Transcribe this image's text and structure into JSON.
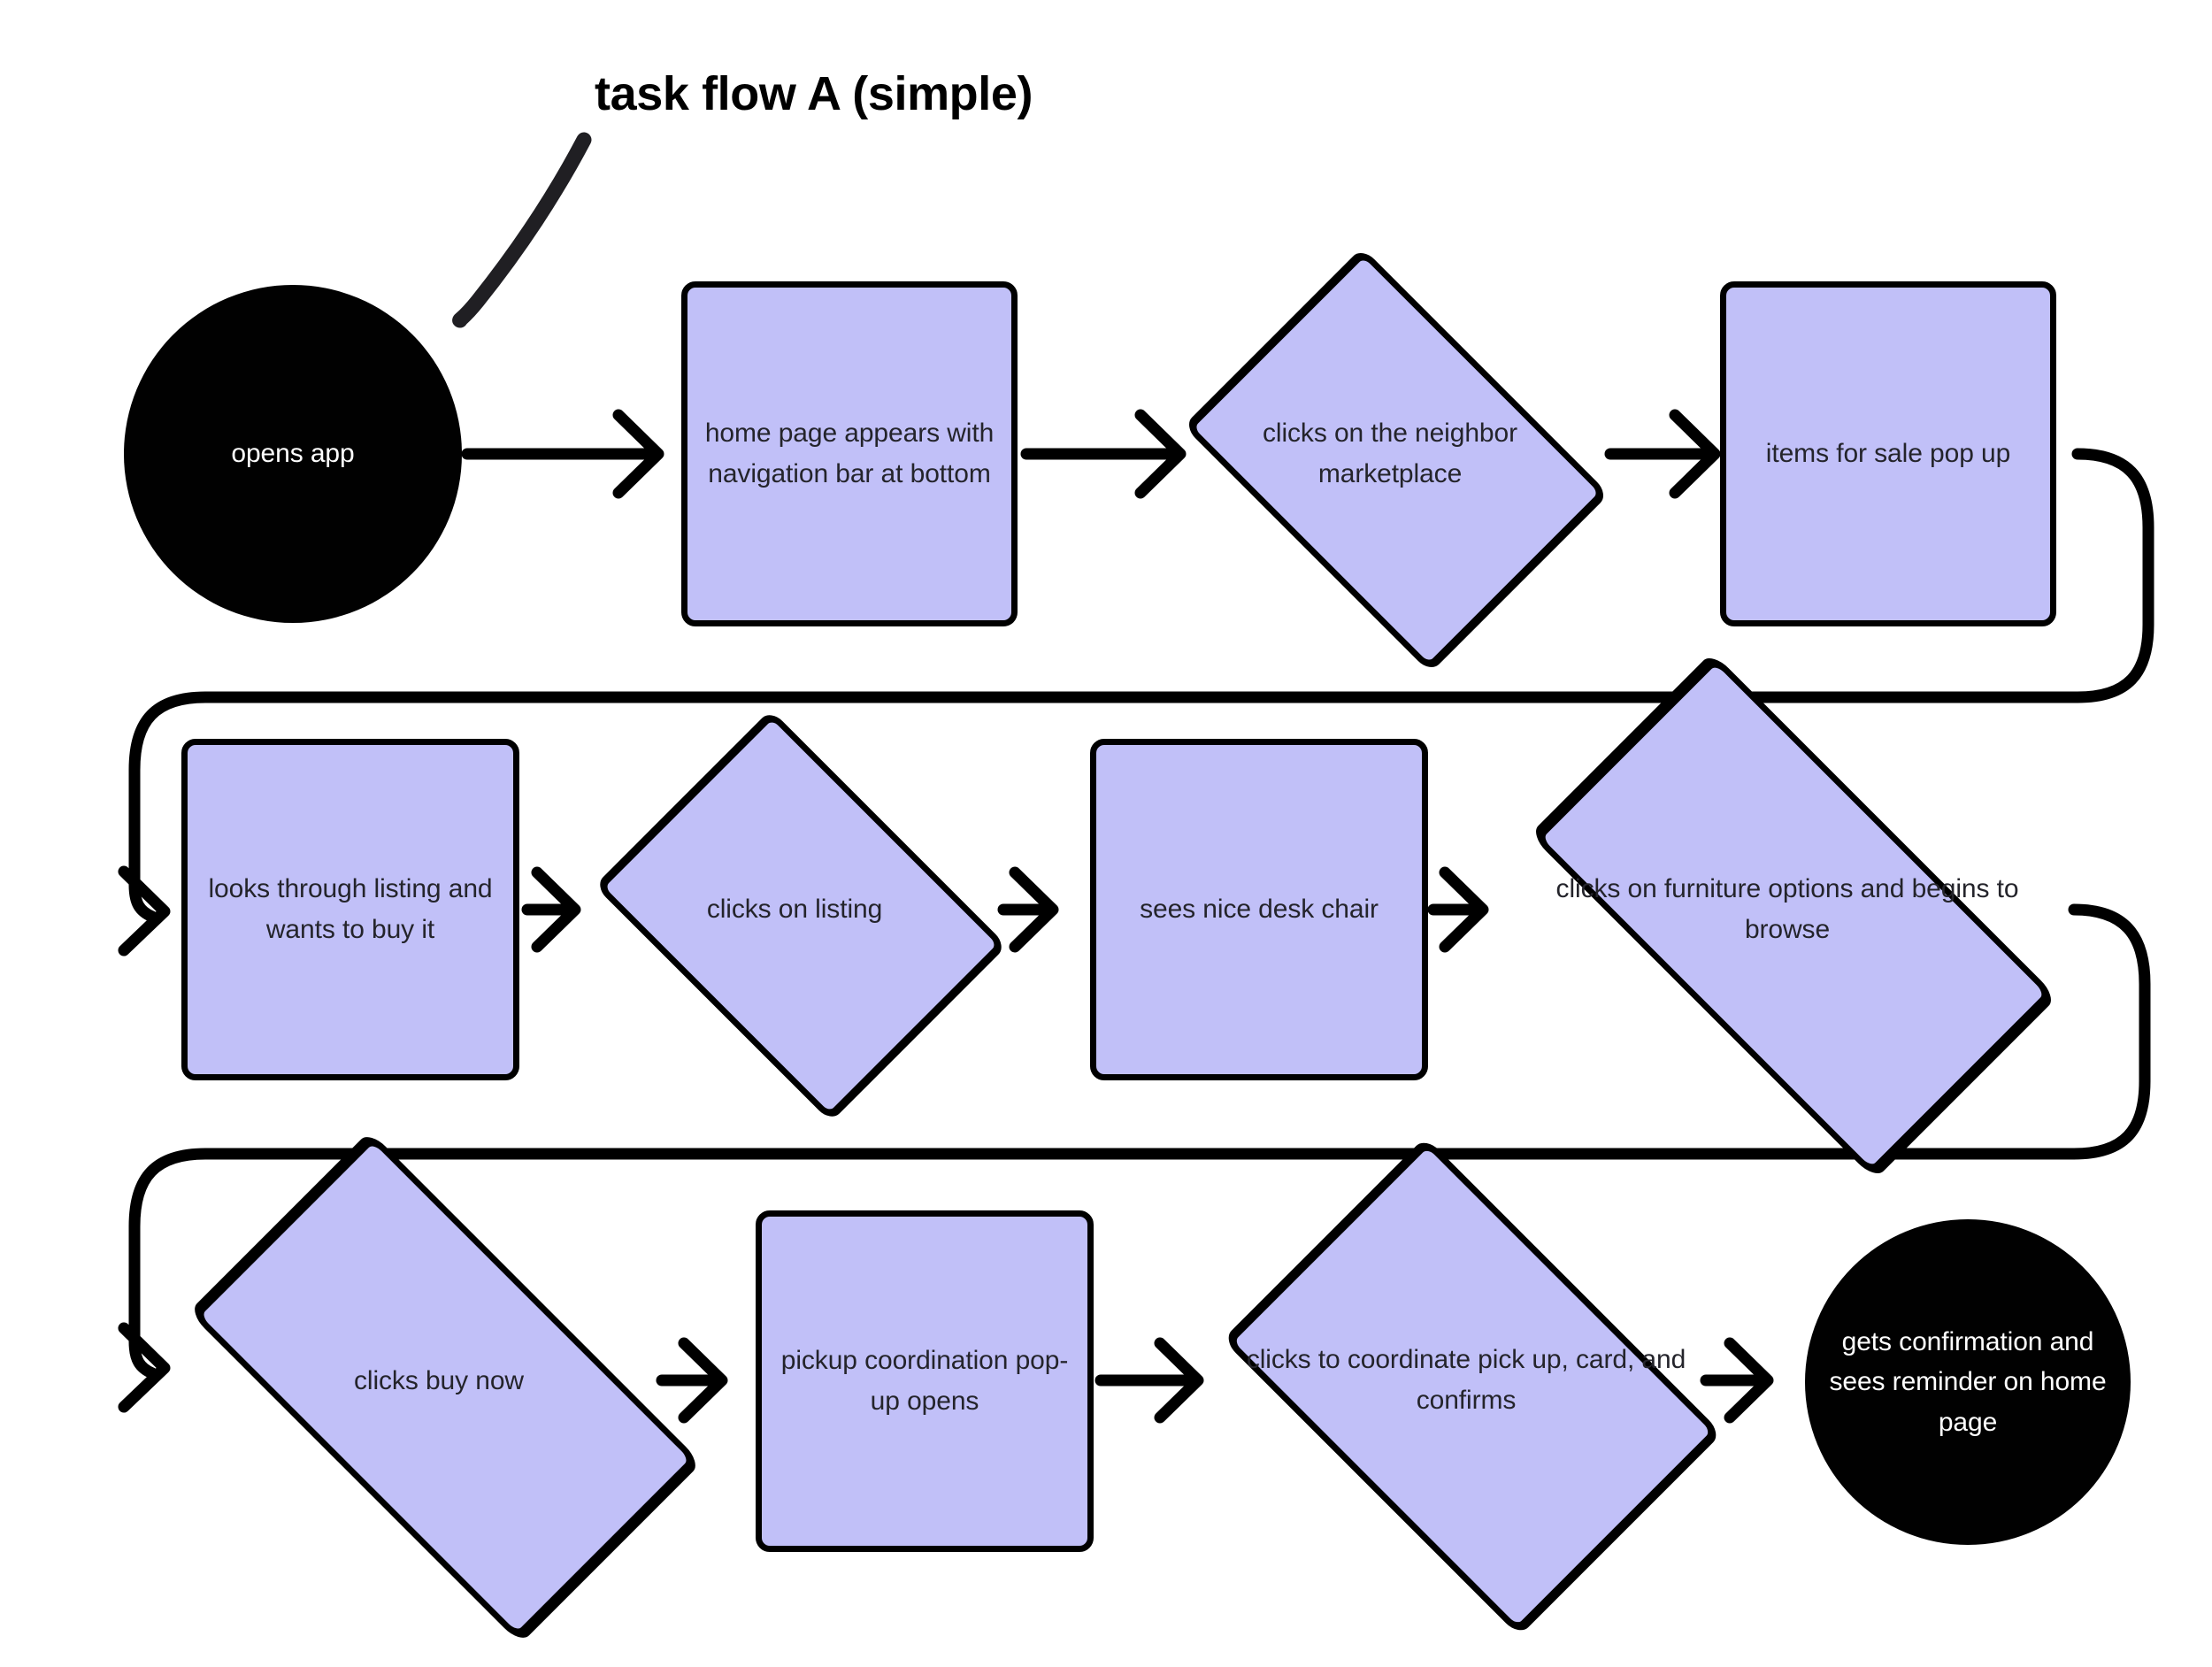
{
  "diagram": {
    "title": "task flow A (simple)",
    "title_pointer_icon": "curved-pointer-line",
    "colors": {
      "node_fill": "#c1c0f8",
      "node_stroke": "#000000",
      "terminator_fill": "#010101",
      "terminator_text": "#ffffff",
      "node_text": "#24242b",
      "background": "#ffffff"
    },
    "rows": [
      {
        "index": 1,
        "node_ids": [
          "n1",
          "n2",
          "n3",
          "n4"
        ]
      },
      {
        "index": 2,
        "node_ids": [
          "n5",
          "n6",
          "n7",
          "n8"
        ]
      },
      {
        "index": 3,
        "node_ids": [
          "n9",
          "n10",
          "n11",
          "n12"
        ]
      }
    ],
    "nodes": [
      {
        "id": "n1",
        "shape": "circle",
        "label": "opens app"
      },
      {
        "id": "n2",
        "shape": "rect",
        "label": "home page appears with navigation bar at bottom"
      },
      {
        "id": "n3",
        "shape": "diamond",
        "label": "clicks on the neighbor marketplace"
      },
      {
        "id": "n4",
        "shape": "rect",
        "label": "items for sale pop up"
      },
      {
        "id": "n5",
        "shape": "rect",
        "label": "looks through listing and wants to buy it"
      },
      {
        "id": "n6",
        "shape": "diamond",
        "label": "clicks on listing"
      },
      {
        "id": "n7",
        "shape": "rect",
        "label": "sees nice desk chair"
      },
      {
        "id": "n8",
        "shape": "diamond",
        "label": "clicks on furniture options and begins to browse"
      },
      {
        "id": "n9",
        "shape": "diamond",
        "label": "clicks buy now"
      },
      {
        "id": "n10",
        "shape": "rect",
        "label": "pickup coordination pop-up opens"
      },
      {
        "id": "n11",
        "shape": "diamond",
        "label": "clicks to coordinate pick up, card, and confirms"
      },
      {
        "id": "n12",
        "shape": "circle",
        "label": "gets confirmation and sees reminder on home page"
      }
    ],
    "edges": [
      {
        "from": "n1",
        "to": "n2",
        "kind": "straight-arrow"
      },
      {
        "from": "n2",
        "to": "n3",
        "kind": "straight-arrow"
      },
      {
        "from": "n3",
        "to": "n4",
        "kind": "straight-arrow"
      },
      {
        "from": "n4",
        "to": "n5",
        "kind": "wrap-arrow"
      },
      {
        "from": "n5",
        "to": "n6",
        "kind": "straight-arrow"
      },
      {
        "from": "n6",
        "to": "n7",
        "kind": "straight-arrow"
      },
      {
        "from": "n7",
        "to": "n8",
        "kind": "straight-arrow"
      },
      {
        "from": "n8",
        "to": "n9",
        "kind": "wrap-arrow"
      },
      {
        "from": "n9",
        "to": "n10",
        "kind": "straight-arrow"
      },
      {
        "from": "n10",
        "to": "n11",
        "kind": "straight-arrow"
      },
      {
        "from": "n11",
        "to": "n12",
        "kind": "straight-arrow"
      }
    ]
  }
}
